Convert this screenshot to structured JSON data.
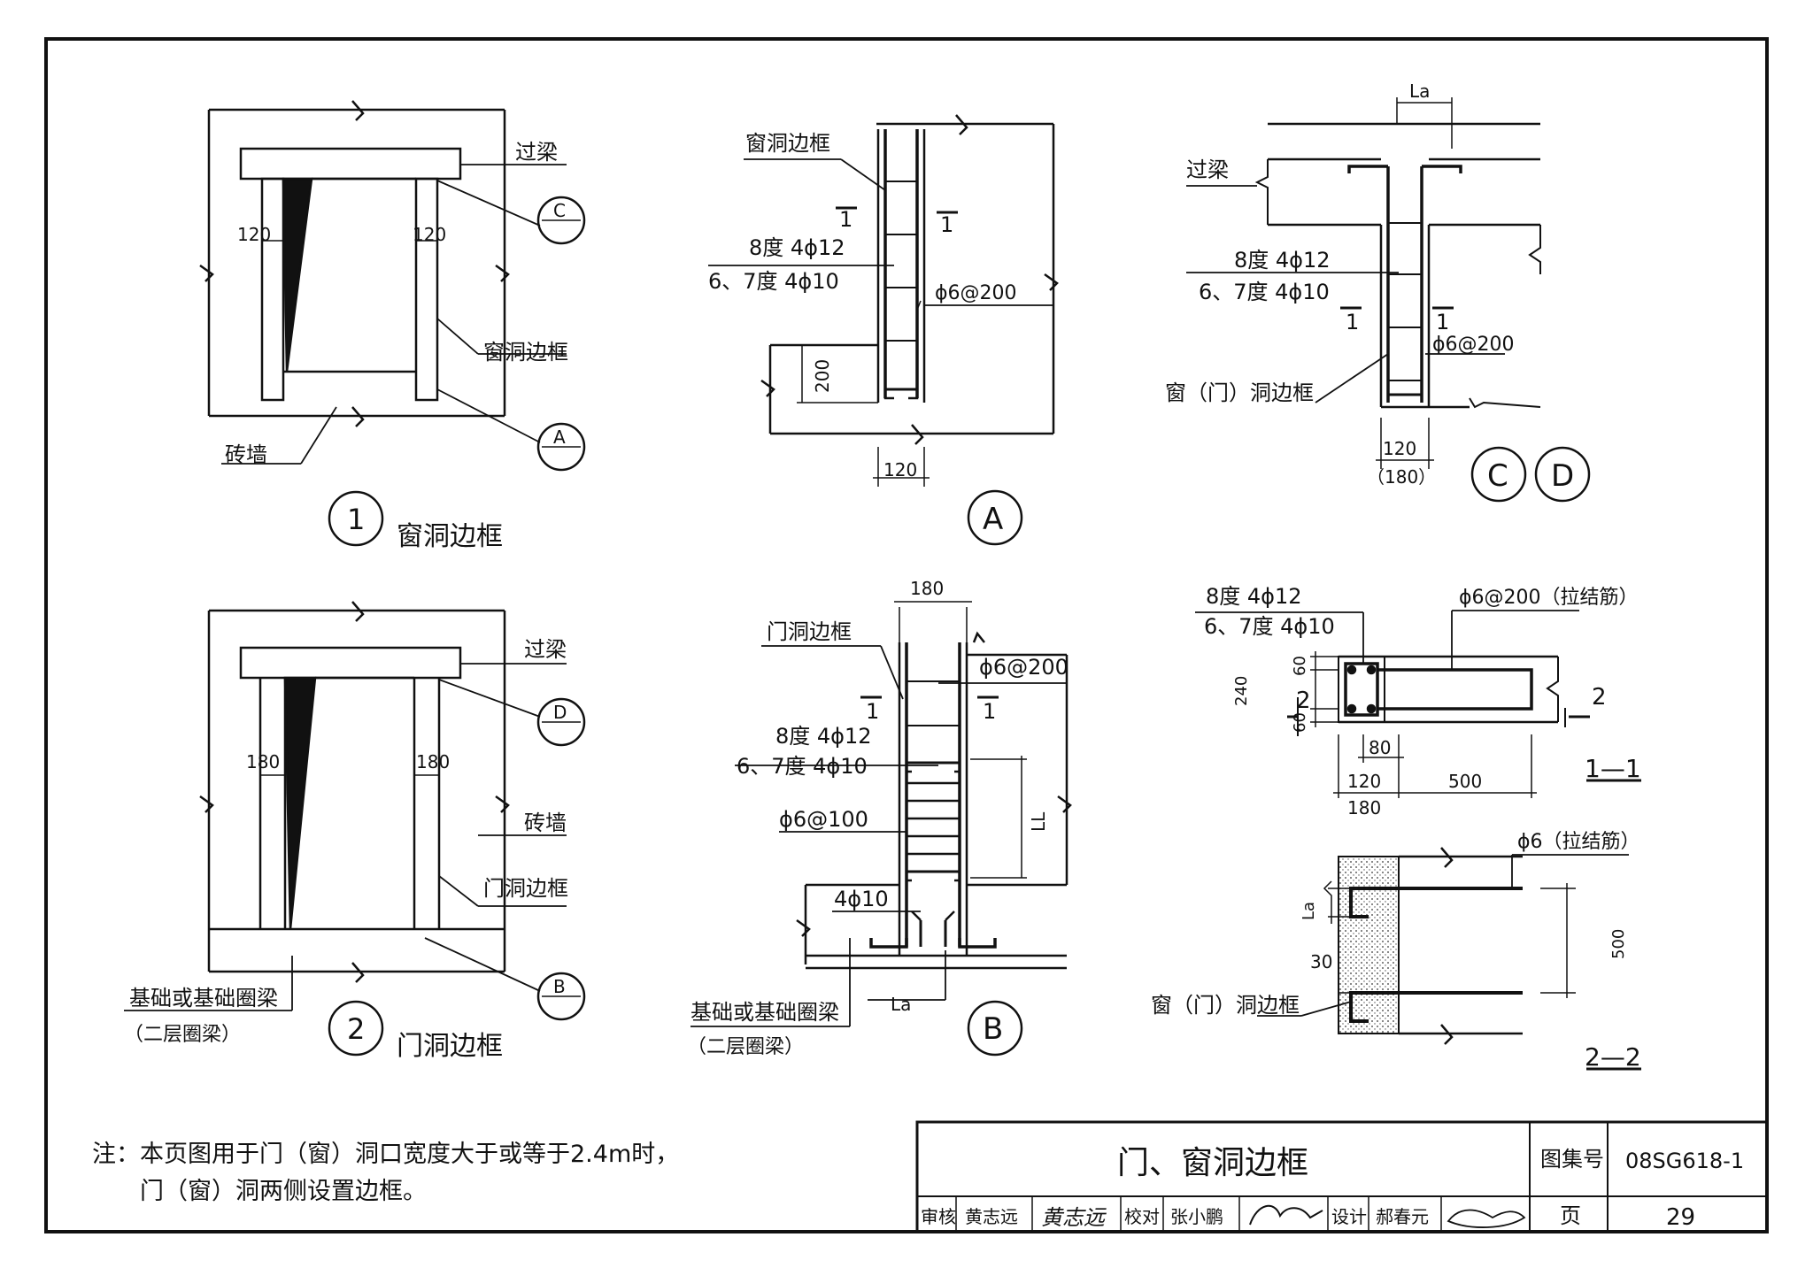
{
  "title_block": {
    "title": "门、窗洞边框",
    "atlas_label": "图集号",
    "atlas_no": "08SG618-1",
    "page_label": "页",
    "page_no": "29",
    "review_label": "审核",
    "reviewer": "黄志远",
    "reviewer_sig": "黄志远",
    "check_label": "校对",
    "checker": "张小鹏",
    "design_label": "设计",
    "designer": "郝春元"
  },
  "note": {
    "line1": "注：本页图用于门（窗）洞口宽度大于或等于2.4m时，",
    "line2": "门（窗）洞两侧设置边框。"
  },
  "detail1": {
    "num": "1",
    "title": "窗洞边框",
    "beam": "过梁",
    "frame": "窗洞边框",
    "wall": "砖墙",
    "dim_left": "120",
    "dim_right": "120",
    "callout_c": "C",
    "callout_a": "A",
    "callout_dash": "—"
  },
  "detail2": {
    "num": "2",
    "title": "门洞边框",
    "beam": "过梁",
    "wall": "砖墙",
    "frame": "门洞边框",
    "foundation": "基础或基础圈梁",
    "foundation_sub": "（二层圈梁）",
    "dim_left": "180",
    "dim_right": "180",
    "callout_d": "D",
    "callout_b": "B",
    "callout_dash": "—"
  },
  "detailA": {
    "label": "A",
    "frame": "窗洞边框",
    "bar8": "8度 4ϕ12",
    "bar67": "6、7度 4ϕ10",
    "stirrup": "ϕ6@200",
    "dim_200": "200",
    "dim_120": "120",
    "sec": "1"
  },
  "detailB": {
    "label": "B",
    "frame": "门洞边框",
    "dim_180": "180",
    "stirrup": "ϕ6@200",
    "bar8": "8度 4ϕ12",
    "bar67": "6、7度 4ϕ10",
    "dense": "ϕ6@100",
    "bot": "4ϕ10",
    "ll": "LL",
    "la": "La",
    "foundation": "基础或基础圈梁",
    "foundation_sub": "（二层圈梁）",
    "sec": "1"
  },
  "detailCD": {
    "label_c": "C",
    "label_d": "D",
    "beam": "过梁",
    "la": "La",
    "bar8": "8度 4ϕ12",
    "bar67": "6、7度 4ϕ10",
    "stirrup": "ϕ6@200",
    "frame": "窗（门）洞边框",
    "dim_120": "120",
    "dim_180": "（180）",
    "sec": "1"
  },
  "section11": {
    "title": "1—1",
    "bar8": "8度 4ϕ12",
    "bar67": "6、7度 4ϕ10",
    "tie": "ϕ6@200（拉结筋）",
    "d60a": "60",
    "d240": "240",
    "d60b": "60",
    "d80": "80",
    "d120": "120",
    "d500": "500",
    "d180": "180",
    "cut": "2"
  },
  "section22": {
    "title": "2—2",
    "tie": "ϕ6（拉结筋）",
    "la": "La",
    "d30": "30",
    "d500": "500",
    "frame": "窗（门）洞边框"
  }
}
